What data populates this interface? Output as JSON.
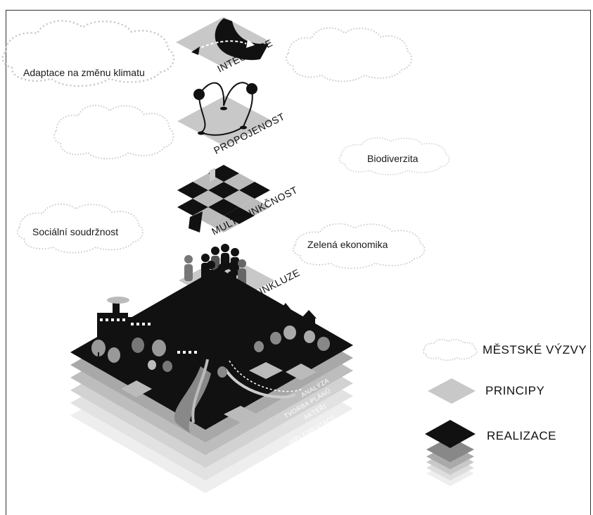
{
  "clouds": {
    "adaptation": "Adaptace na změnu klimatu",
    "social_cohesion": "Sociální soudržnost",
    "biodiversity": "Biodiverzita",
    "green_economy": "Zelená ekonomika"
  },
  "principles": {
    "integration": "INTEGRACE",
    "connectivity": "PROPOJENOST",
    "multifunctionality": "MULTIFUNKČNOST",
    "social_inclusion": "SOCIÁLNÍ INKLUZE"
  },
  "layers": {
    "analysis": "ANALÝZA",
    "planning": "TVORBA PLÁNŮ",
    "actors": "AKTÉŘI",
    "implementation": "IMPLEMENTACE"
  },
  "legend": {
    "challenges": "MĚSTSKÉ VÝZVY",
    "principles": "PRINCIPY",
    "realization": "REALIZACE"
  },
  "colors": {
    "black": "#111111",
    "principle_gray": "#c8c8c8",
    "cloud_outline": "#c9c9c9"
  }
}
